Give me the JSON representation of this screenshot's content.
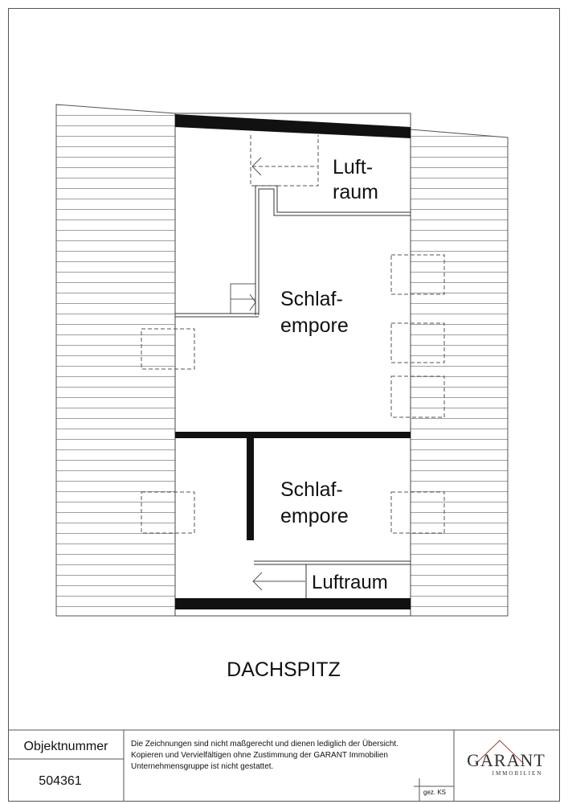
{
  "plan": {
    "rooms": {
      "luftraum_top": {
        "line1": "Luft-",
        "line2": "raum"
      },
      "schlafempore_upper": {
        "line1": "Schlaf-",
        "line2": "empore"
      },
      "schlafempore_lower": {
        "line1": "Schlaf-",
        "line2": "empore"
      },
      "luftraum_bottom": "Luftraum"
    },
    "floor_title": "DACHSPITZ"
  },
  "footer": {
    "objektnummer_label": "Objektnummer",
    "objektnummer_value": "504361",
    "disclaimer_line1": "Die Zeichnungen sind nicht maßgerecht und dienen lediglich der Übersicht.",
    "disclaimer_line2": "Kopieren und Vervielfältigen ohne Zustimmung der GARANT Immobilien",
    "disclaimer_line3": "Unternehmensgruppe ist nicht gestattet.",
    "drawn_by": "gez. KS",
    "logo_name": "GARANT",
    "logo_sub": "IMMOBILIEN"
  }
}
